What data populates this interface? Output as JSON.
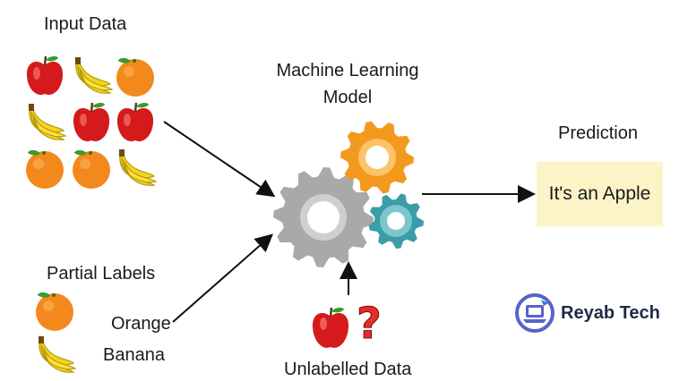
{
  "input": {
    "title": "Input Data"
  },
  "model": {
    "title_line1": "Machine Learning",
    "title_line2": "Model"
  },
  "prediction": {
    "title": "Prediction",
    "result": "It's an Apple"
  },
  "partial": {
    "title": "Partial Labels",
    "label_orange": "Orange",
    "label_banana": "Banana"
  },
  "unlabelled": {
    "title": "Unlabelled Data"
  },
  "brand": {
    "name": "Reyab Tech"
  },
  "colors": {
    "apple": "#d41a1a",
    "banana": "#f2d51c",
    "orange": "#f3891c",
    "gear_gray": "#a9a9a9",
    "gear_orange": "#f39a1e",
    "gear_teal": "#3a9ea6",
    "prediction_box": "#fcf3c6",
    "question_mark": "#e0302a",
    "brand_blue": "#5a63c9"
  },
  "icons": [
    "apple-icon",
    "banana-icon",
    "orange-icon",
    "gear-icon",
    "question-mark-icon",
    "reyab-tech-logo"
  ]
}
